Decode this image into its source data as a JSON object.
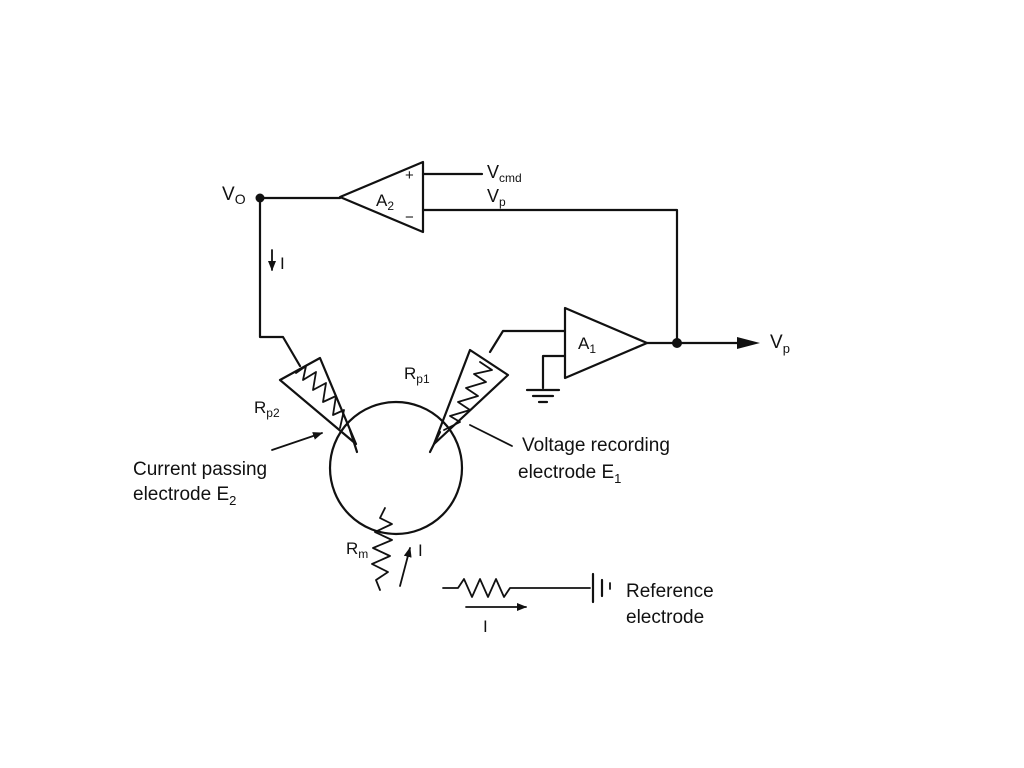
{
  "labels": {
    "vo_main": "V",
    "vo_sub": "O",
    "vcmd_main": "V",
    "vcmd_sub": "cmd",
    "vp_in_main": "V",
    "vp_in_sub": "p",
    "a2_main": "A",
    "a2_sub": "2",
    "a1_main": "A",
    "a1_sub": "1",
    "vp_out_main": "V",
    "vp_out_sub": "p",
    "plus": "+",
    "minus": "−",
    "current_down": "I",
    "rp1_main": "R",
    "rp1_sub": "p1",
    "rp2_main": "R",
    "rp2_sub": "p2",
    "current_passing_line1": "Current passing",
    "current_passing_line2": "electrode E",
    "current_passing_sub": "2",
    "voltage_recording_line1": "Voltage recording",
    "voltage_recording_line2": "electrode E",
    "voltage_recording_sub": "1",
    "rm_main": "R",
    "rm_sub": "m",
    "current_membrane": "I",
    "current_bottom": "I",
    "reference_line1": "Reference",
    "reference_line2": "electrode"
  }
}
